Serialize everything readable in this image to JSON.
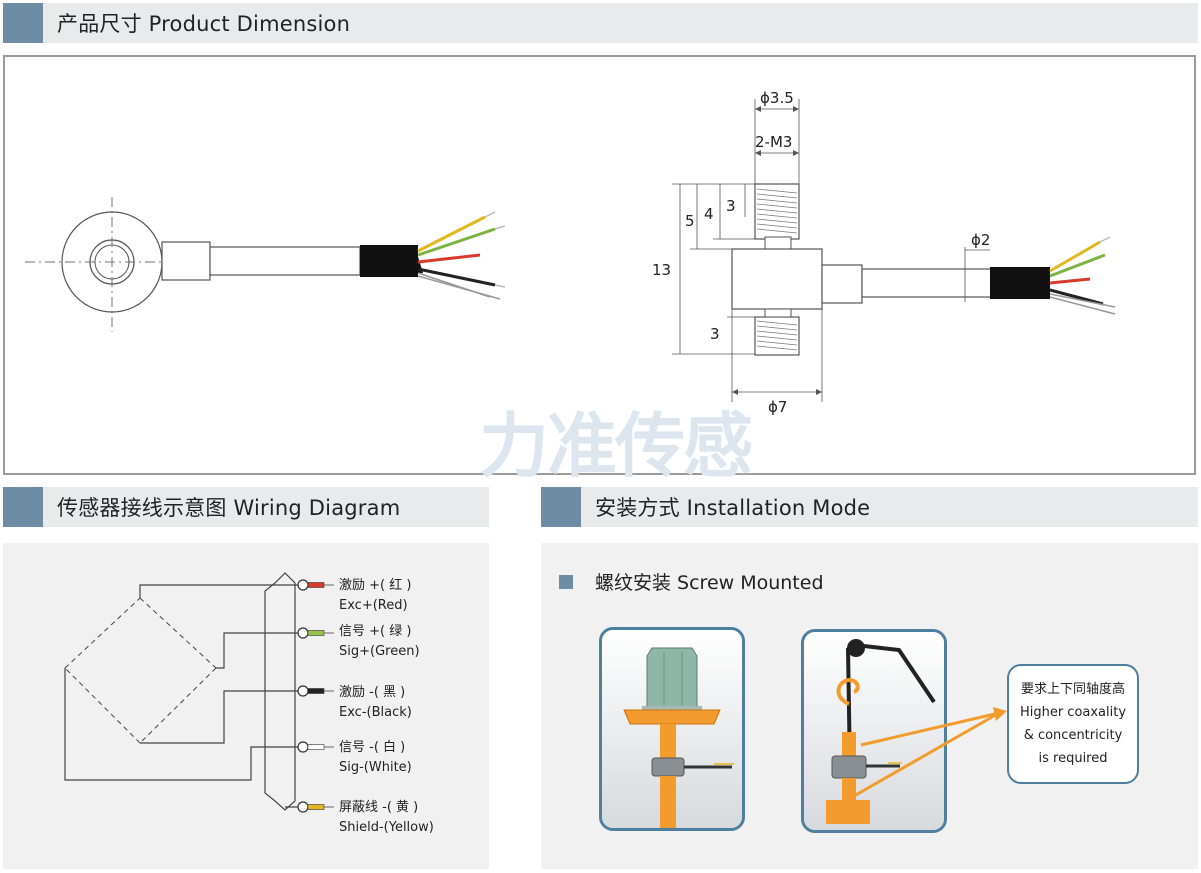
{
  "headers": {
    "dimension": "产品尺寸 Product Dimension",
    "wiring": "传感器接线示意图  Wiring Diagram",
    "installation": "安装方式 Installation Mode"
  },
  "dimension": {
    "labels": {
      "phi35": "ϕ3.5",
      "m3": "2-M3",
      "d3_top": "3",
      "d4": "4",
      "d5": "5",
      "d13": "13",
      "d3_bottom": "3",
      "phi7": "ϕ7",
      "phi2": "ϕ2"
    },
    "watermark": "力准传感"
  },
  "wiring": {
    "wires": [
      {
        "cn": "激励 +( 红 )",
        "en": "Exc+(Red)",
        "color": "#d93a2b"
      },
      {
        "cn": "信号 +( 绿 )",
        "en": "Sig+(Green)",
        "color": "#9ac24a"
      },
      {
        "cn": "激励 -( 黑 )",
        "en": "Exc-(Black)",
        "color": "#222222"
      },
      {
        "cn": "信号 -( 白 )",
        "en": "Sig-(White)",
        "color": "#ffffff"
      },
      {
        "cn": "屏蔽线 -( 黄 )",
        "en": "Shield-(Yellow)",
        "color": "#e3b81d"
      }
    ]
  },
  "installation": {
    "subtitle": "螺纹安装 Screw Mounted",
    "callout": [
      "要求上下同轴度高",
      "Higher coaxality",
      "& concentricity",
      "is required"
    ],
    "accent_color": "#f39b2c",
    "frame_color": "#4f7f9e"
  }
}
